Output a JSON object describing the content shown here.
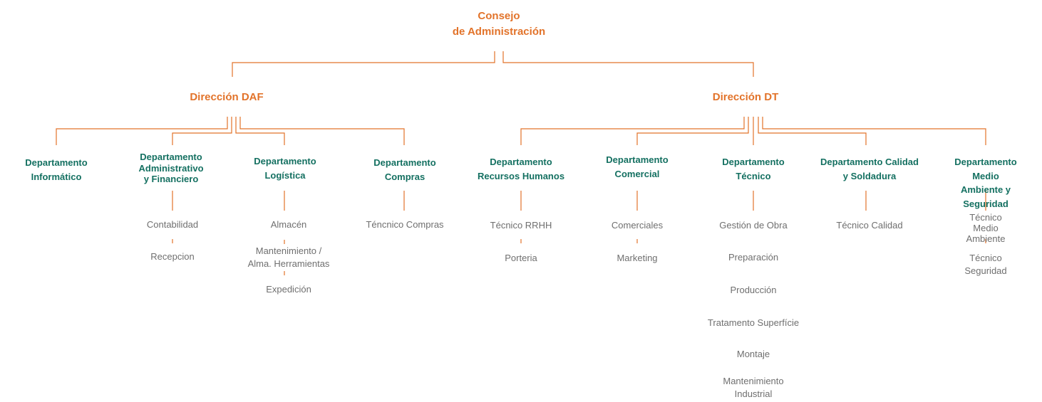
{
  "org": {
    "top": "Consejo\nde Administración",
    "daf": {
      "title": "Dirección DAF",
      "departments": [
        {
          "name": "Departamento\nInformático",
          "children": []
        },
        {
          "name": "Departamento\nAdministrativo\ny Financiero",
          "children": [
            "Contabilidad",
            "Recepcion"
          ]
        },
        {
          "name": "Departamento\nLogística",
          "children": [
            "Almacén",
            "Mantenimiento /\nAlma. Herramientas",
            "Expedición"
          ]
        },
        {
          "name": "Departamento\nCompras",
          "children": [
            "Téncnico Compras"
          ]
        }
      ]
    },
    "dt": {
      "title": "Dirección DT",
      "departments": [
        {
          "name": "Departamento\nRecursos Humanos",
          "children": [
            "Técnico RRHH",
            "Porteria"
          ]
        },
        {
          "name": "Departamento\nComercial",
          "children": [
            "Comerciales",
            "Marketing"
          ]
        },
        {
          "name": "Departamento\nTécnico",
          "children": [
            "Gestión de Obra",
            "Preparación",
            "Producción",
            "Tratamento Superfície",
            "Montaje",
            "Mantenimiento\nIndustrial"
          ]
        },
        {
          "name": "Departamento Calidad\ny Soldadura",
          "children": [
            "Técnico Calidad"
          ]
        },
        {
          "name": "Departamento Medio\nAmbiente y Seguridad",
          "children": [
            "Técnico\nMedio Ambiente",
            "Técnico Seguridad"
          ]
        }
      ]
    }
  },
  "colors": {
    "line": "#e2732a",
    "title": "#e2732a",
    "department": "#147061",
    "item": "#6f6f6f"
  }
}
